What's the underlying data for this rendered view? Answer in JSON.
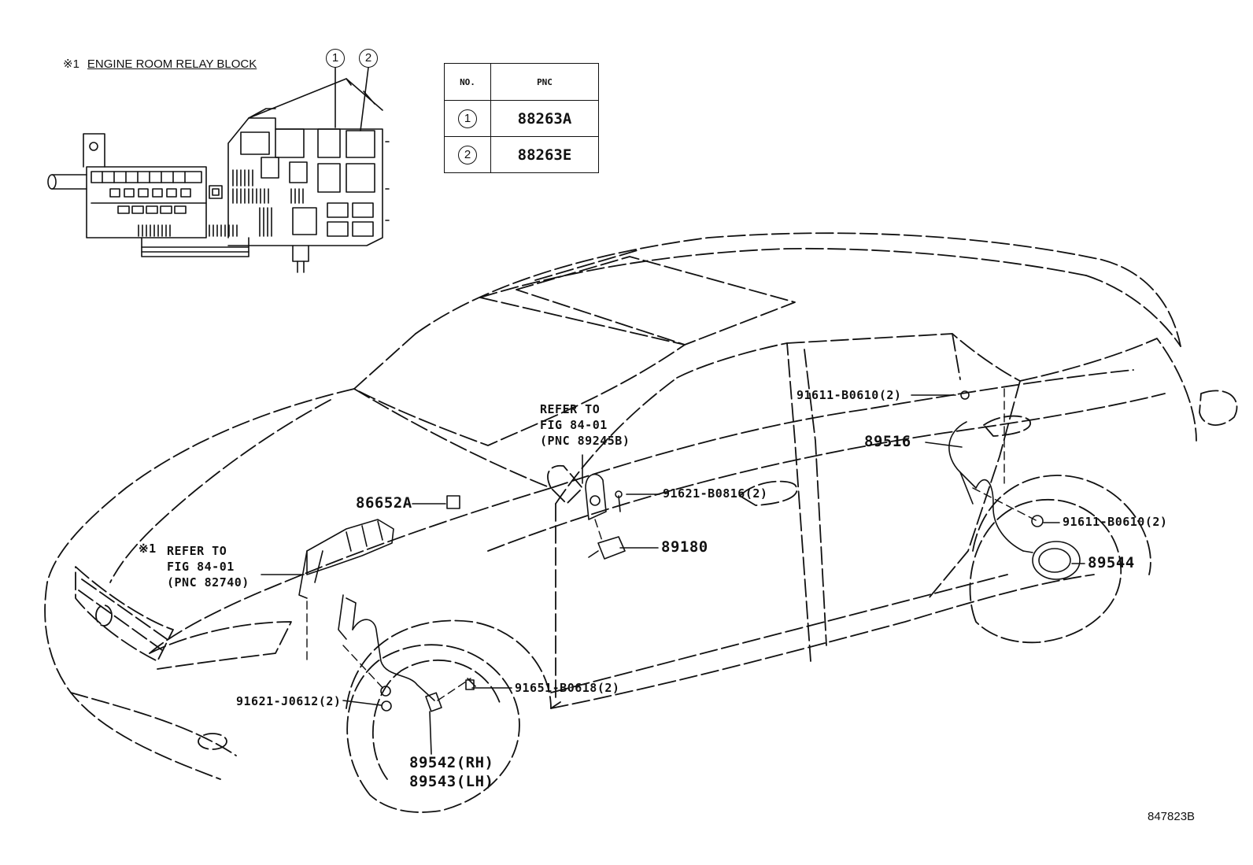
{
  "relay_block": {
    "title_mark": "※1",
    "title": "ENGINE ROOM RELAY BLOCK",
    "callouts": [
      "1",
      "2"
    ]
  },
  "pnc_table": {
    "headers": [
      "NO.",
      "PNC"
    ],
    "rows": [
      {
        "no": "1",
        "pnc": "88263A"
      },
      {
        "no": "2",
        "pnc": "88263E"
      }
    ]
  },
  "refer_mirror": "REFER TO\nFIG 84-01\n(PNC 89245B)",
  "refer_ecu_mark": "※1",
  "refer_ecu": "REFER TO\nFIG 84-01\n(PNC 82740)",
  "parts": {
    "p91611_upper": "91611-B0610(2)",
    "p89516": "89516",
    "p91621_b0816": "91621-B0816(2)",
    "p91611_lower": "91611-B0610(2)",
    "p86652A": "86652A",
    "p89180": "89180",
    "p89544": "89544",
    "p91651": "91651-B0618(2)",
    "p91621_j0612": "91621-J0612(2)",
    "p89542": "89542(RH)",
    "p89543": "89543(LH)"
  },
  "figure_id": "847823B"
}
